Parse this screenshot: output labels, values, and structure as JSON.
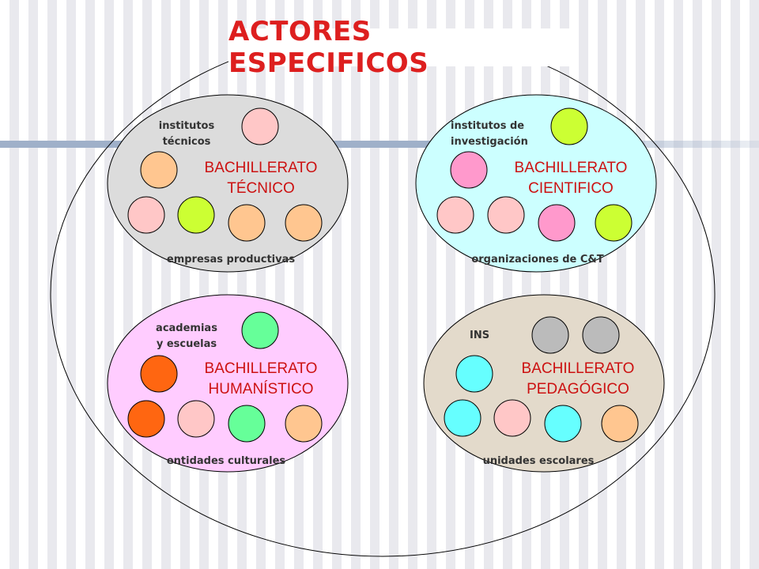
{
  "title": "ACTORES ESPECIFICOS",
  "colors": {
    "title": "#dd1f1f",
    "group_label": "#cc1111",
    "outline": "#000000"
  },
  "groups": [
    {
      "id": "tecnico",
      "label_line1": "BACHILLERATO",
      "label_line2": "TÉCNICO",
      "top_label_line1": "institutos",
      "top_label_line2": "técnicos",
      "bottom_label": "empresas productivas",
      "fill": "#dcdcdc",
      "circle_colors": [
        "#ffc7c7",
        "#ffc690",
        "#ffc7c7",
        "#ccff33",
        "#ffc690",
        "#ffc690"
      ]
    },
    {
      "id": "cientifico",
      "label_line1": "BACHILLERATO",
      "label_line2": "CIENTIFICO",
      "top_label_line1": "institutos de",
      "top_label_line2": "investigación",
      "bottom_label": "organizaciones de C&T",
      "fill": "#ccffff",
      "circle_colors": [
        "#ccff33",
        "#ff99cc",
        "#ffc7c7",
        "#ffc7c7",
        "#ff99cc",
        "#ccff33"
      ]
    },
    {
      "id": "humanistico",
      "label_line1": "BACHILLERATO",
      "label_line2": "HUMANÍSTICO",
      "top_label_line1": "academias",
      "top_label_line2": "y escuelas",
      "bottom_label": "entidades culturales",
      "fill": "#ffccff",
      "circle_colors": [
        "#66ff99",
        "#ff6611",
        "#ff6611",
        "#ffc7c7",
        "#66ff99",
        "#ffc690"
      ]
    },
    {
      "id": "pedagogico",
      "label_line1": "BACHILLERATO",
      "label_line2": "PEDAGÓGICO",
      "top_label_line1": "INS",
      "top_label_line2": "",
      "bottom_label": "unidades escolares",
      "fill": "#e3dacb",
      "circle_colors": [
        "#bbbbbb",
        "#bbbbbb",
        "#66ffff",
        "#66ffff",
        "#ffc7c7",
        "#66ffff",
        "#ffc690"
      ]
    }
  ]
}
